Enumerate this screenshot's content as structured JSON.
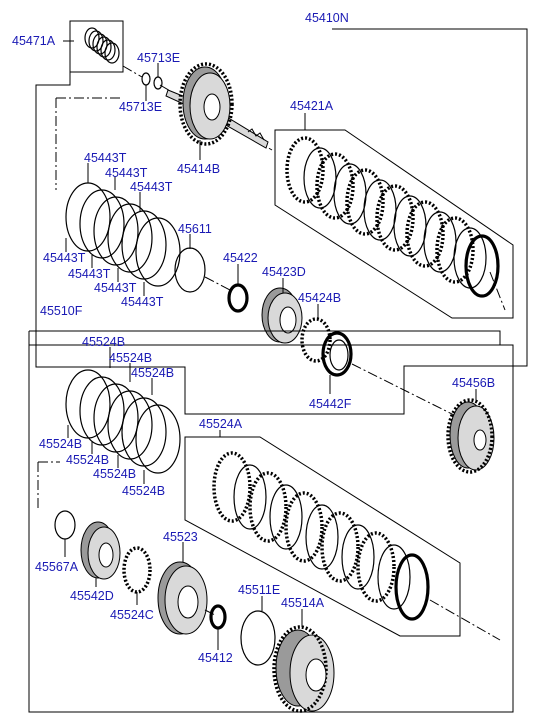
{
  "labels": {
    "p45410N": "45410N",
    "p45471A": "45471A",
    "p45713E_top": "45713E",
    "p45713E_bottom": "45713E",
    "p45414B": "45414B",
    "p45421A": "45421A",
    "p45443T_1": "45443T",
    "p45443T_2": "45443T",
    "p45443T_3": "45443T",
    "p45443T_4": "45443T",
    "p45443T_5": "45443T",
    "p45443T_6": "45443T",
    "p45443T_7": "45443T",
    "p45611": "45611",
    "p45422": "45422",
    "p45423D": "45423D",
    "p45424B": "45424B",
    "p45442F": "45442F",
    "p45456B": "45456B",
    "p45510F": "45510F",
    "p45524B_1": "45524B",
    "p45524B_2": "45524B",
    "p45524B_3": "45524B",
    "p45524B_4": "45524B",
    "p45524B_5": "45524B",
    "p45524B_6": "45524B",
    "p45524B_7": "45524B",
    "p45524A": "45524A",
    "p45523": "45523",
    "p45567A": "45567A",
    "p45542D": "45542D",
    "p45524C": "45524C",
    "p45511E": "45511E",
    "p45514A": "45514A",
    "p45412": "45412"
  }
}
